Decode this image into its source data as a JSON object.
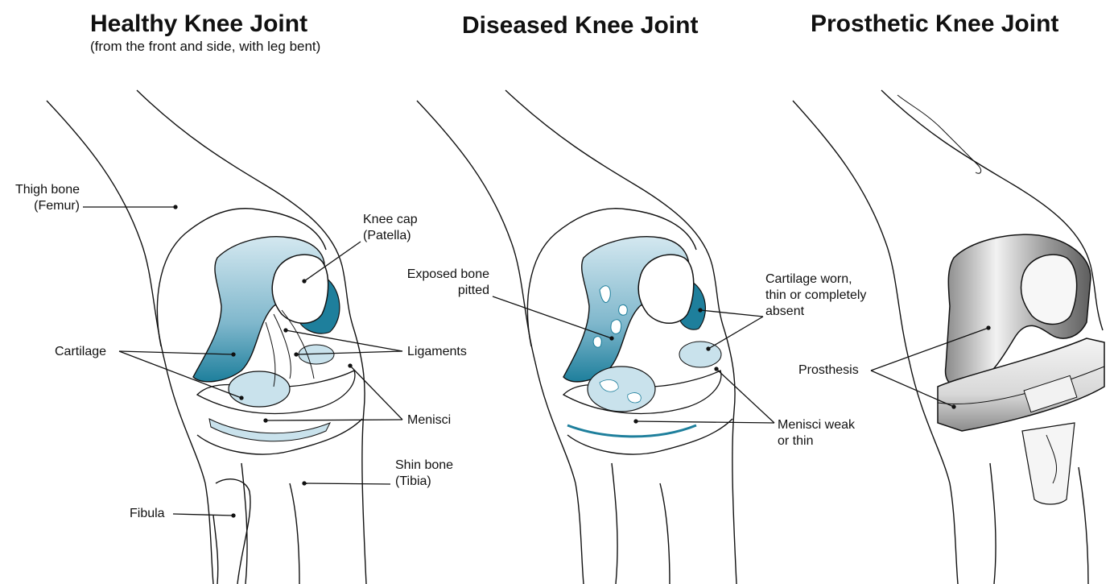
{
  "panels": [
    {
      "title": "Healthy Knee Joint",
      "subtitle": "(from the front and side, with leg bent)",
      "labels": {
        "thigh_bone": "Thigh bone",
        "femur": "(Femur)",
        "knee_cap": "Knee cap",
        "patella": "(Patella)",
        "cartilage": "Cartilage",
        "ligaments": "Ligaments",
        "menisci": "Menisci",
        "shin_bone": "Shin bone",
        "tibia": "(Tibia)",
        "fibula": "Fibula"
      }
    },
    {
      "title": "Diseased Knee Joint",
      "labels": {
        "exposed_bone_1": "Exposed bone",
        "exposed_bone_2": "pitted",
        "cartilage_worn_1": "Cartilage worn,",
        "cartilage_worn_2": "thin or completely",
        "cartilage_worn_3": "absent",
        "menisci_weak_1": "Menisci weak",
        "menisci_weak_2": "or thin"
      }
    },
    {
      "title": "Prosthetic Knee Joint",
      "labels": {
        "prosthesis": "Prosthesis"
      }
    }
  ],
  "colors": {
    "cartilage_teal": "#1e7f9c",
    "cartilage_light": "#c9e2ec",
    "metal_dark": "#6d6d6d",
    "metal_light": "#e6e6e6",
    "line": "#111111"
  }
}
